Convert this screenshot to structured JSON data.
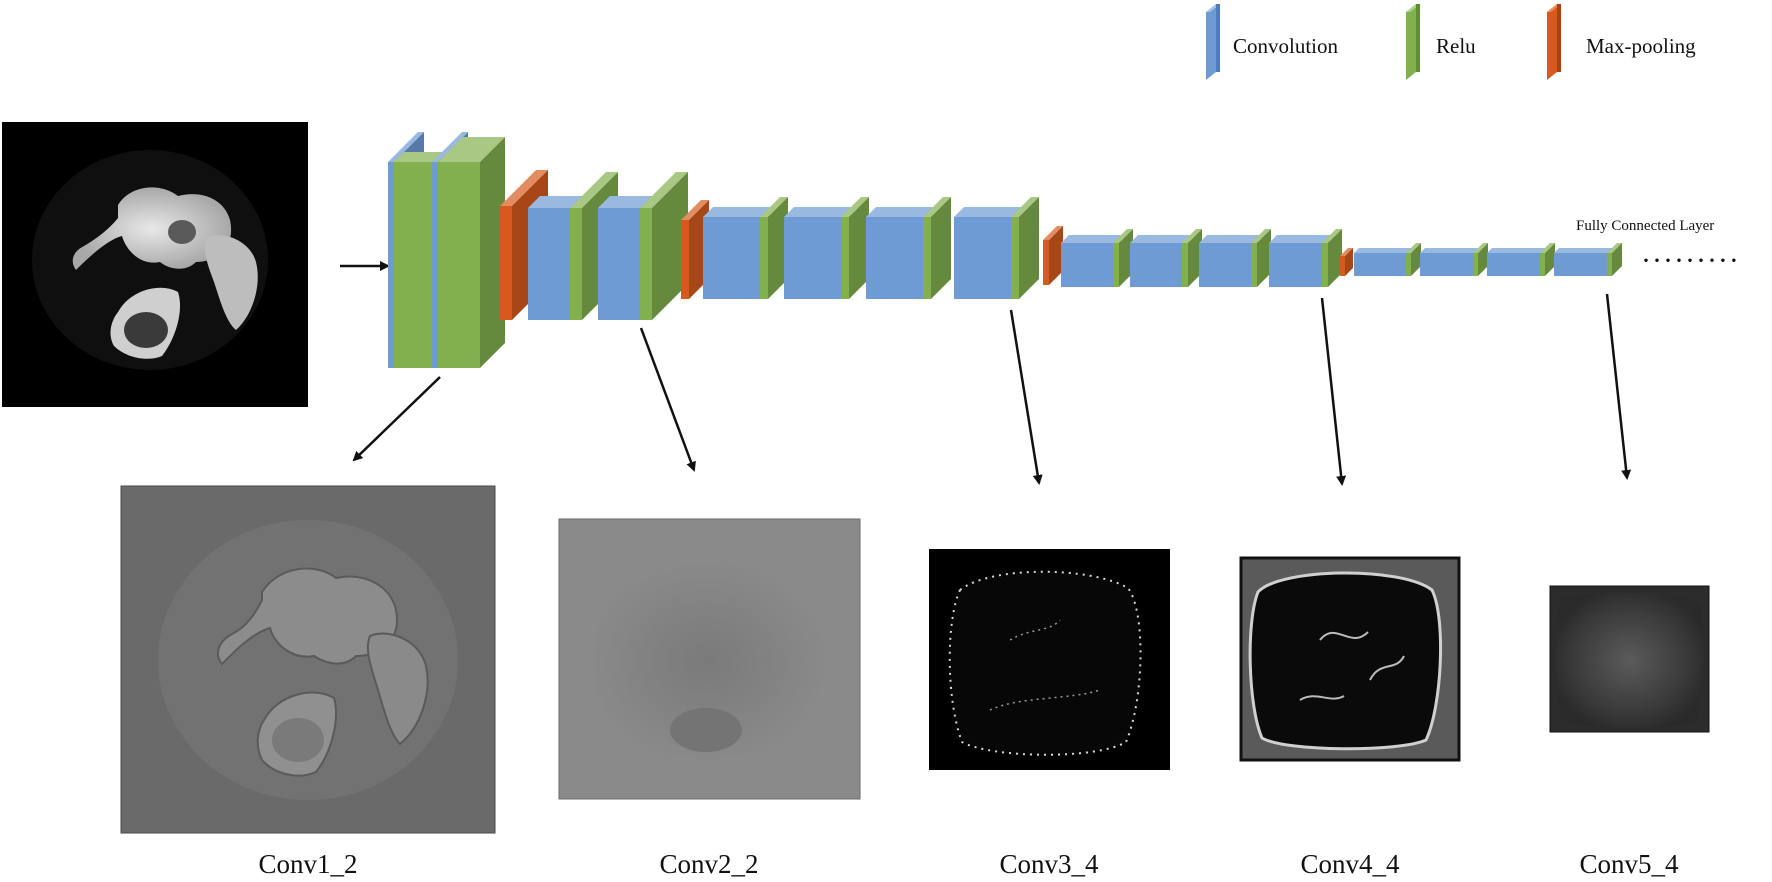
{
  "legend": {
    "items": [
      {
        "label": "Convolution",
        "color": "#6f9bd4"
      },
      {
        "label": "Relu",
        "color": "#82b04e"
      },
      {
        "label": "Max-pooling",
        "color": "#d65a1e"
      }
    ]
  },
  "fc_label": "Fully Connected Layer",
  "ellipsis": "·········",
  "captions": [
    "Conv1_2",
    "Conv2_2",
    "Conv3_4",
    "Conv4_4",
    "Conv5_4"
  ]
}
